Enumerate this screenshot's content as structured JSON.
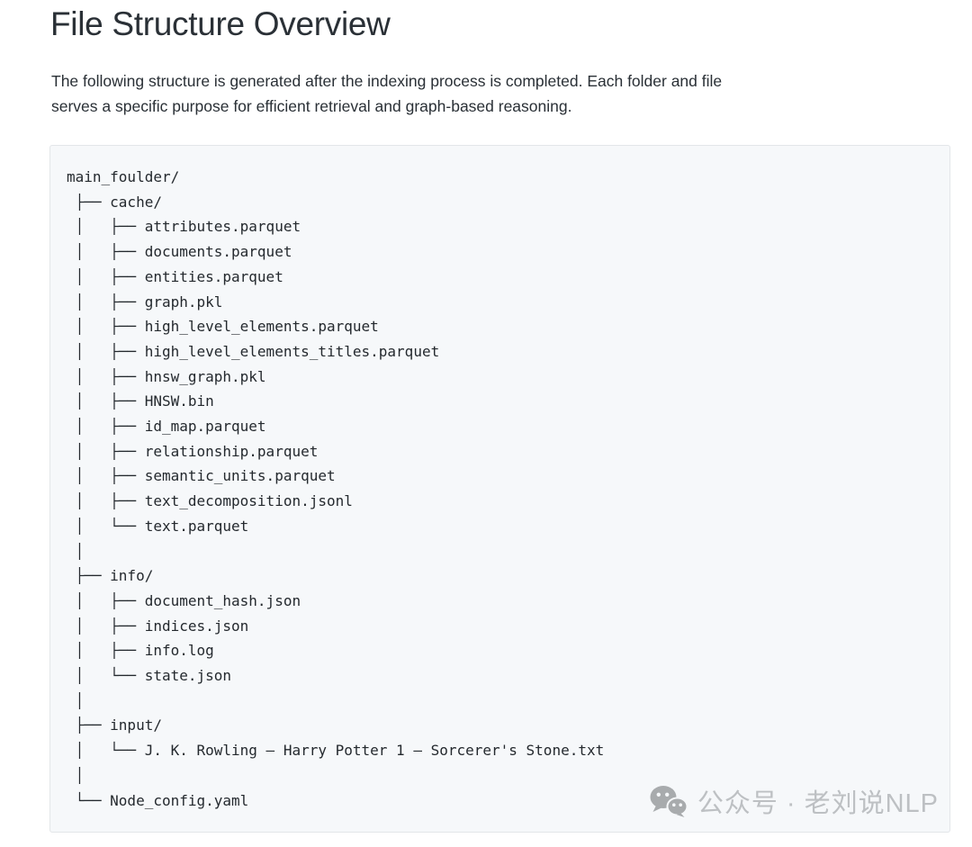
{
  "header": {
    "title": "File Structure Overview"
  },
  "intro": {
    "lines": [
      "The following structure is generated after the indexing process is completed. Each folder and file",
      "serves a specific purpose for efficient retrieval and graph-based reasoning."
    ]
  },
  "file_tree": {
    "root_folder": "main_foulder/",
    "lines": [
      "main_foulder/",
      " ├── cache/",
      " │   ├── attributes.parquet",
      " │   ├── documents.parquet",
      " │   ├── entities.parquet",
      " │   ├── graph.pkl",
      " │   ├── high_level_elements.parquet",
      " │   ├── high_level_elements_titles.parquet",
      " │   ├── hnsw_graph.pkl",
      " │   ├── HNSW.bin",
      " │   ├── id_map.parquet",
      " │   ├── relationship.parquet",
      " │   ├── semantic_units.parquet",
      " │   ├── text_decomposition.jsonl",
      " │   └── text.parquet",
      " │",
      " ├── info/",
      " │   ├── document_hash.json",
      " │   ├── indices.json",
      " │   ├── info.log",
      " │   └── state.json",
      " │",
      " ├── input/",
      " │   └── J. K. Rowling – Harry Potter 1 – Sorcerer's Stone.txt",
      " │",
      " └── Node_config.yaml"
    ]
  },
  "watermark": {
    "icon": "wechat-icon",
    "text": "公众号 · 老刘说NLP"
  },
  "colors": {
    "page_background": "#ffffff",
    "text": "#24292f",
    "code_background": "#f6f8fa",
    "code_border": "#e3e6e9",
    "code_text": "#24292e",
    "watermark_text": "#bdc0c3",
    "watermark_icon": "#a8abad"
  }
}
